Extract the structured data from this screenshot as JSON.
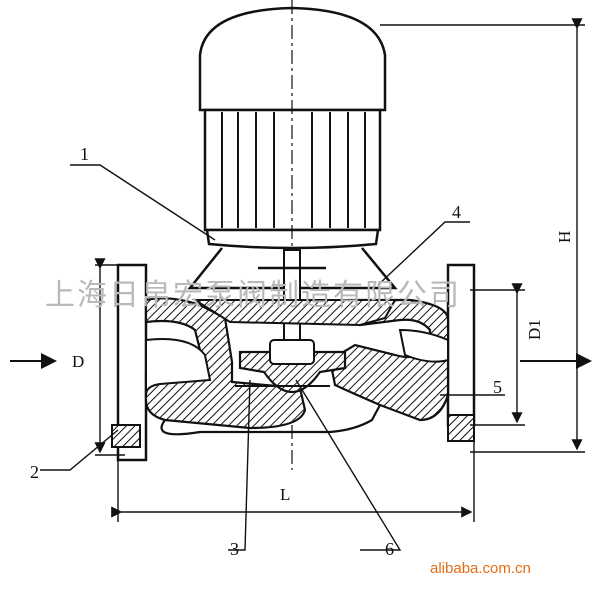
{
  "part_labels": [
    "1",
    "2",
    "3",
    "4",
    "5",
    "6"
  ],
  "dimension_labels": {
    "inlet": "D",
    "outlet": "D1",
    "height": "H",
    "length": "L"
  },
  "watermark": "上海日帛宏泵阀制造有限公司",
  "site_mark": "alibaba.com.cn"
}
